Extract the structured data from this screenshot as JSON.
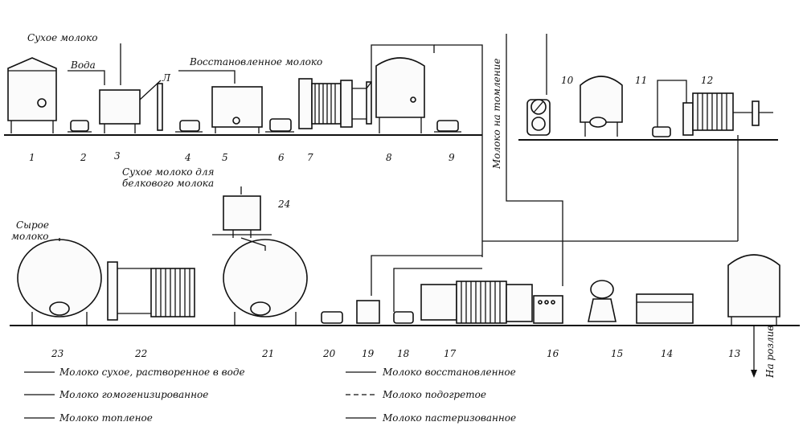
{
  "labels": {
    "dry_milk": "Сухое молоко",
    "water": "Вода",
    "reconstituted_milk": "Восстановленное молоко",
    "l_mark": "Л",
    "dry_milk_protein_1": "Сухое молоко для",
    "dry_milk_protein_2": "белкового молока",
    "raw_milk_1": "Сырое",
    "raw_milk_2": "молоко",
    "to_baking": "Молоко на томление",
    "to_bottling": "На розлив"
  },
  "equipment_numbers": [
    "1",
    "2",
    "3",
    "4",
    "5",
    "6",
    "7",
    "8",
    "9",
    "10",
    "11",
    "12",
    "13",
    "14",
    "15",
    "16",
    "17",
    "18",
    "19",
    "20",
    "21",
    "22",
    "23",
    "24"
  ],
  "legend": [
    {
      "text": "Молоко сухое, растворенное в воде",
      "style": "dots"
    },
    {
      "text": "Молоко гомогенизированное",
      "style": "ticks"
    },
    {
      "text": "Молоко топленое",
      "style": "double-ticks"
    },
    {
      "text": "Молоко восстановленное",
      "style": "hash"
    },
    {
      "text": "Молоко подогретое",
      "style": "dashed"
    },
    {
      "text": "Молоко пастеризованное",
      "style": "dots"
    }
  ]
}
